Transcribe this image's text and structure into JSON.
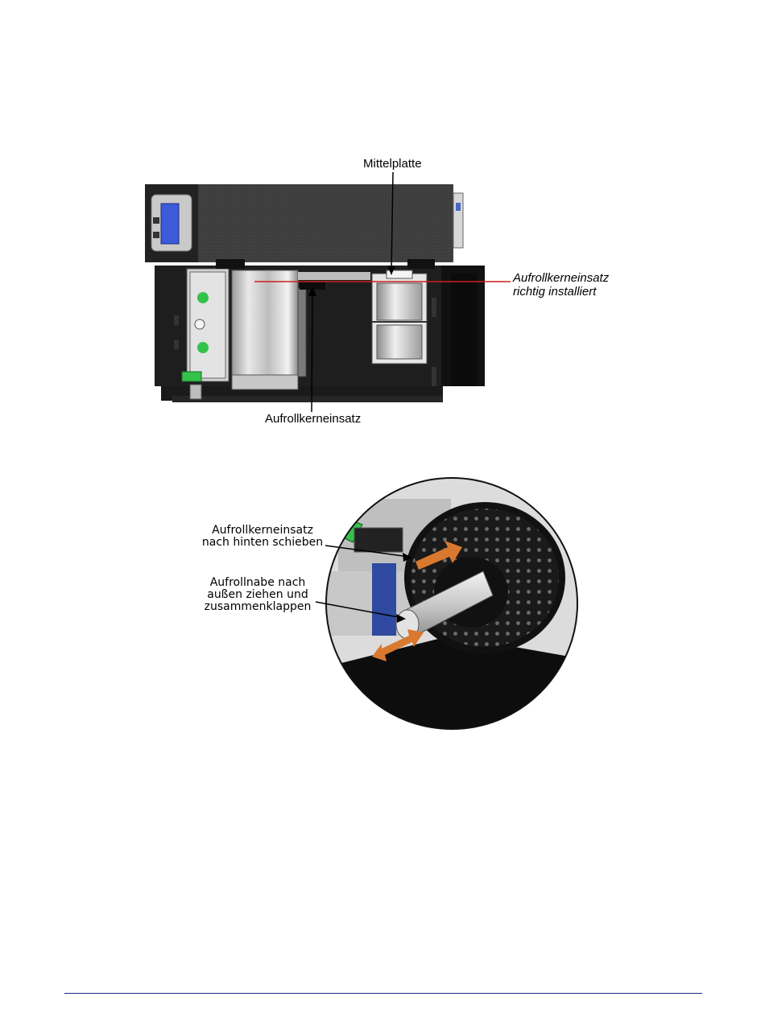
{
  "figure1": {
    "label_center_plate": "Mittelplatte",
    "label_core_insert_ok_line1": "Aufrollkerneinsatz",
    "label_core_insert_ok_line2": "richtig installiert",
    "label_core_insert": "Aufrollkerneinsatz"
  },
  "figure2": {
    "label_push_back_line1": "Aufrollkerneinsatz",
    "label_push_back_line2": "nach hinten schieben",
    "label_pull_hub_line1": "Aufrollnabe nach",
    "label_pull_hub_line2": "außen  ziehen und",
    "label_pull_hub_line3": "zusammenklappen"
  },
  "colors": {
    "display": "#3b5bd9",
    "highlight_green": "#35c24a",
    "arrow_orange": "#d9782f",
    "red_line": "#cc1f1f",
    "footer_rule": "#1f2a8a"
  }
}
